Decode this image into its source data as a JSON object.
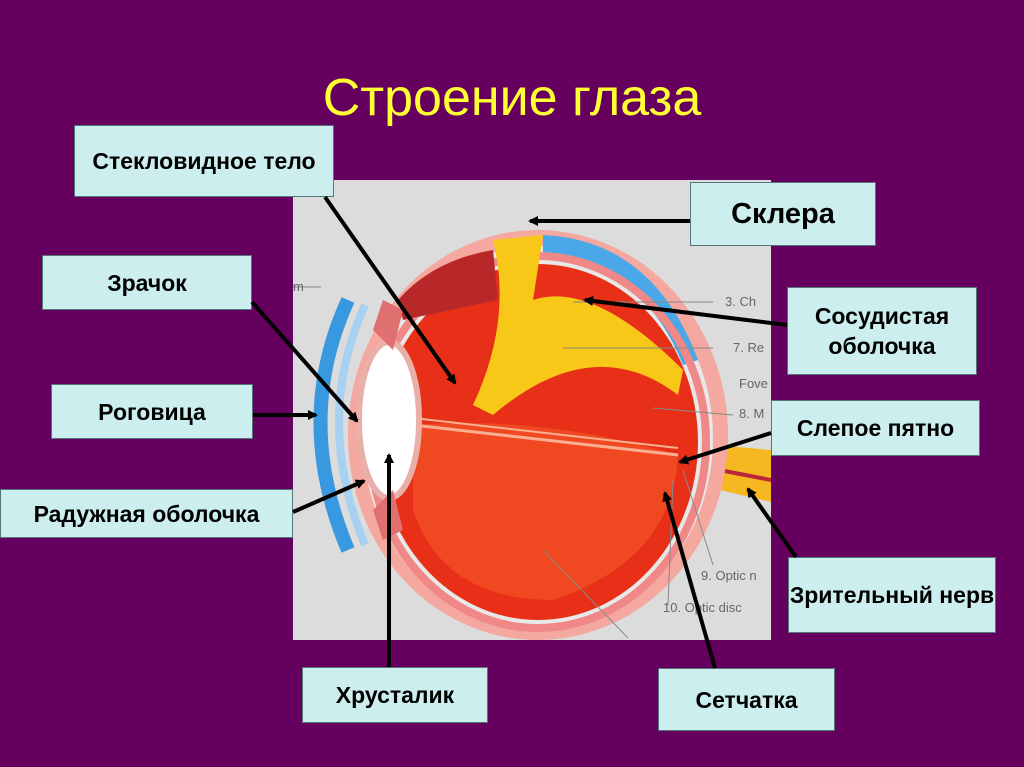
{
  "title": "Строение глаза",
  "labels": {
    "vitreous": "Стекловидное тело",
    "sclera": "Склера",
    "pupil": "Зрачок",
    "choroid": "Сосудистая оболочка",
    "cornea": "Роговица",
    "blind_spot": "Слепое пятно",
    "iris": "Радужная оболочка",
    "optic_nerve": "Зрительный нерв",
    "lens": "Хрусталик",
    "retina": "Сетчатка"
  },
  "diagram_labels": {
    "left_stub": "m",
    "ch": "3. Ch",
    "re": "7. Re",
    "fove": "Fove",
    "m8": "8. M",
    "optic_n": "9. Optic n",
    "optic_disc": "10. Optic disc"
  },
  "colors": {
    "background": "#66005f",
    "title": "#ffff33",
    "label_bg": "#cceeee"
  }
}
